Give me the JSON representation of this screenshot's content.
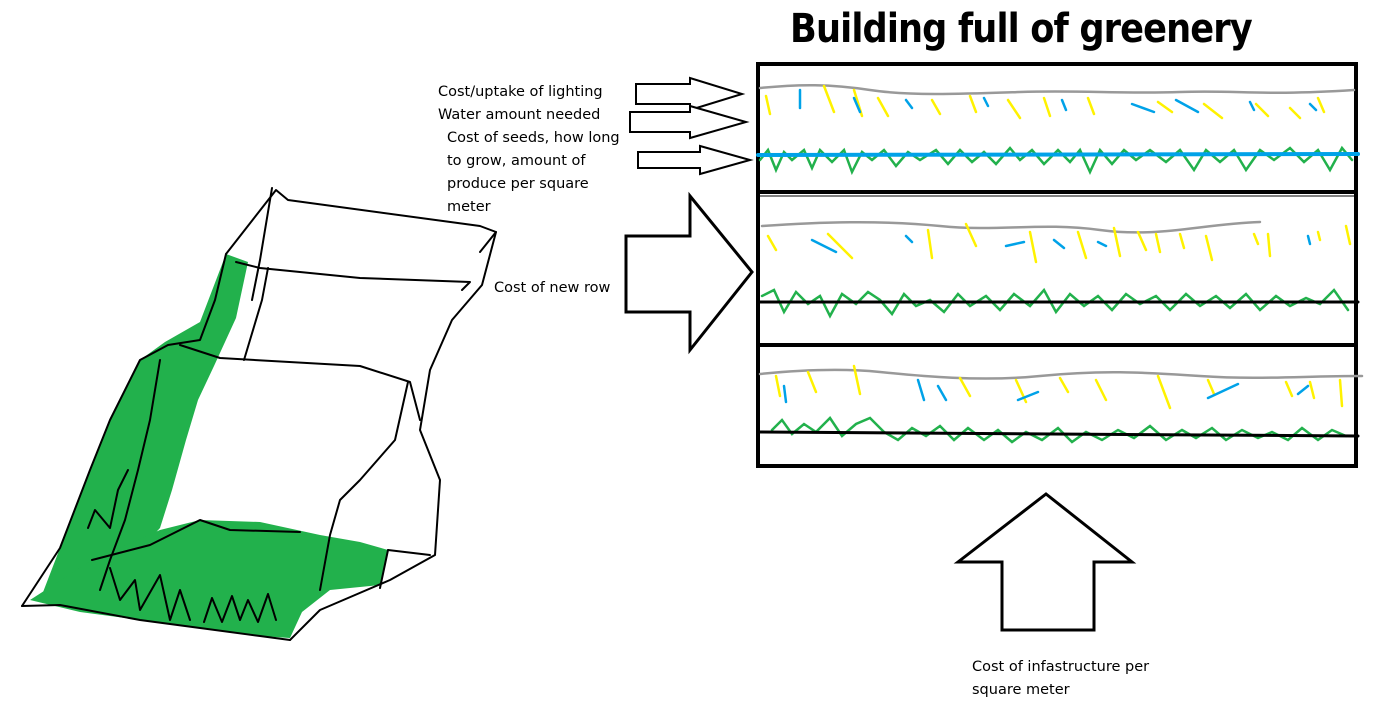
{
  "title": "Building full of greenery",
  "labels": {
    "lighting": "Cost/uptake of lighting",
    "water": "Water amount needed",
    "seeds": "Cost of seeds, how long to grow, amount of produce per square meter",
    "new_row": "Cost of new row",
    "infrastructure": "Cost of infastructure per square meter"
  },
  "colors": {
    "outline": "#000000",
    "plant_green": "#22b14c",
    "light_yellow": "#fff200",
    "water_blue": "#00a2e8",
    "ceiling_gray": "#999999"
  }
}
